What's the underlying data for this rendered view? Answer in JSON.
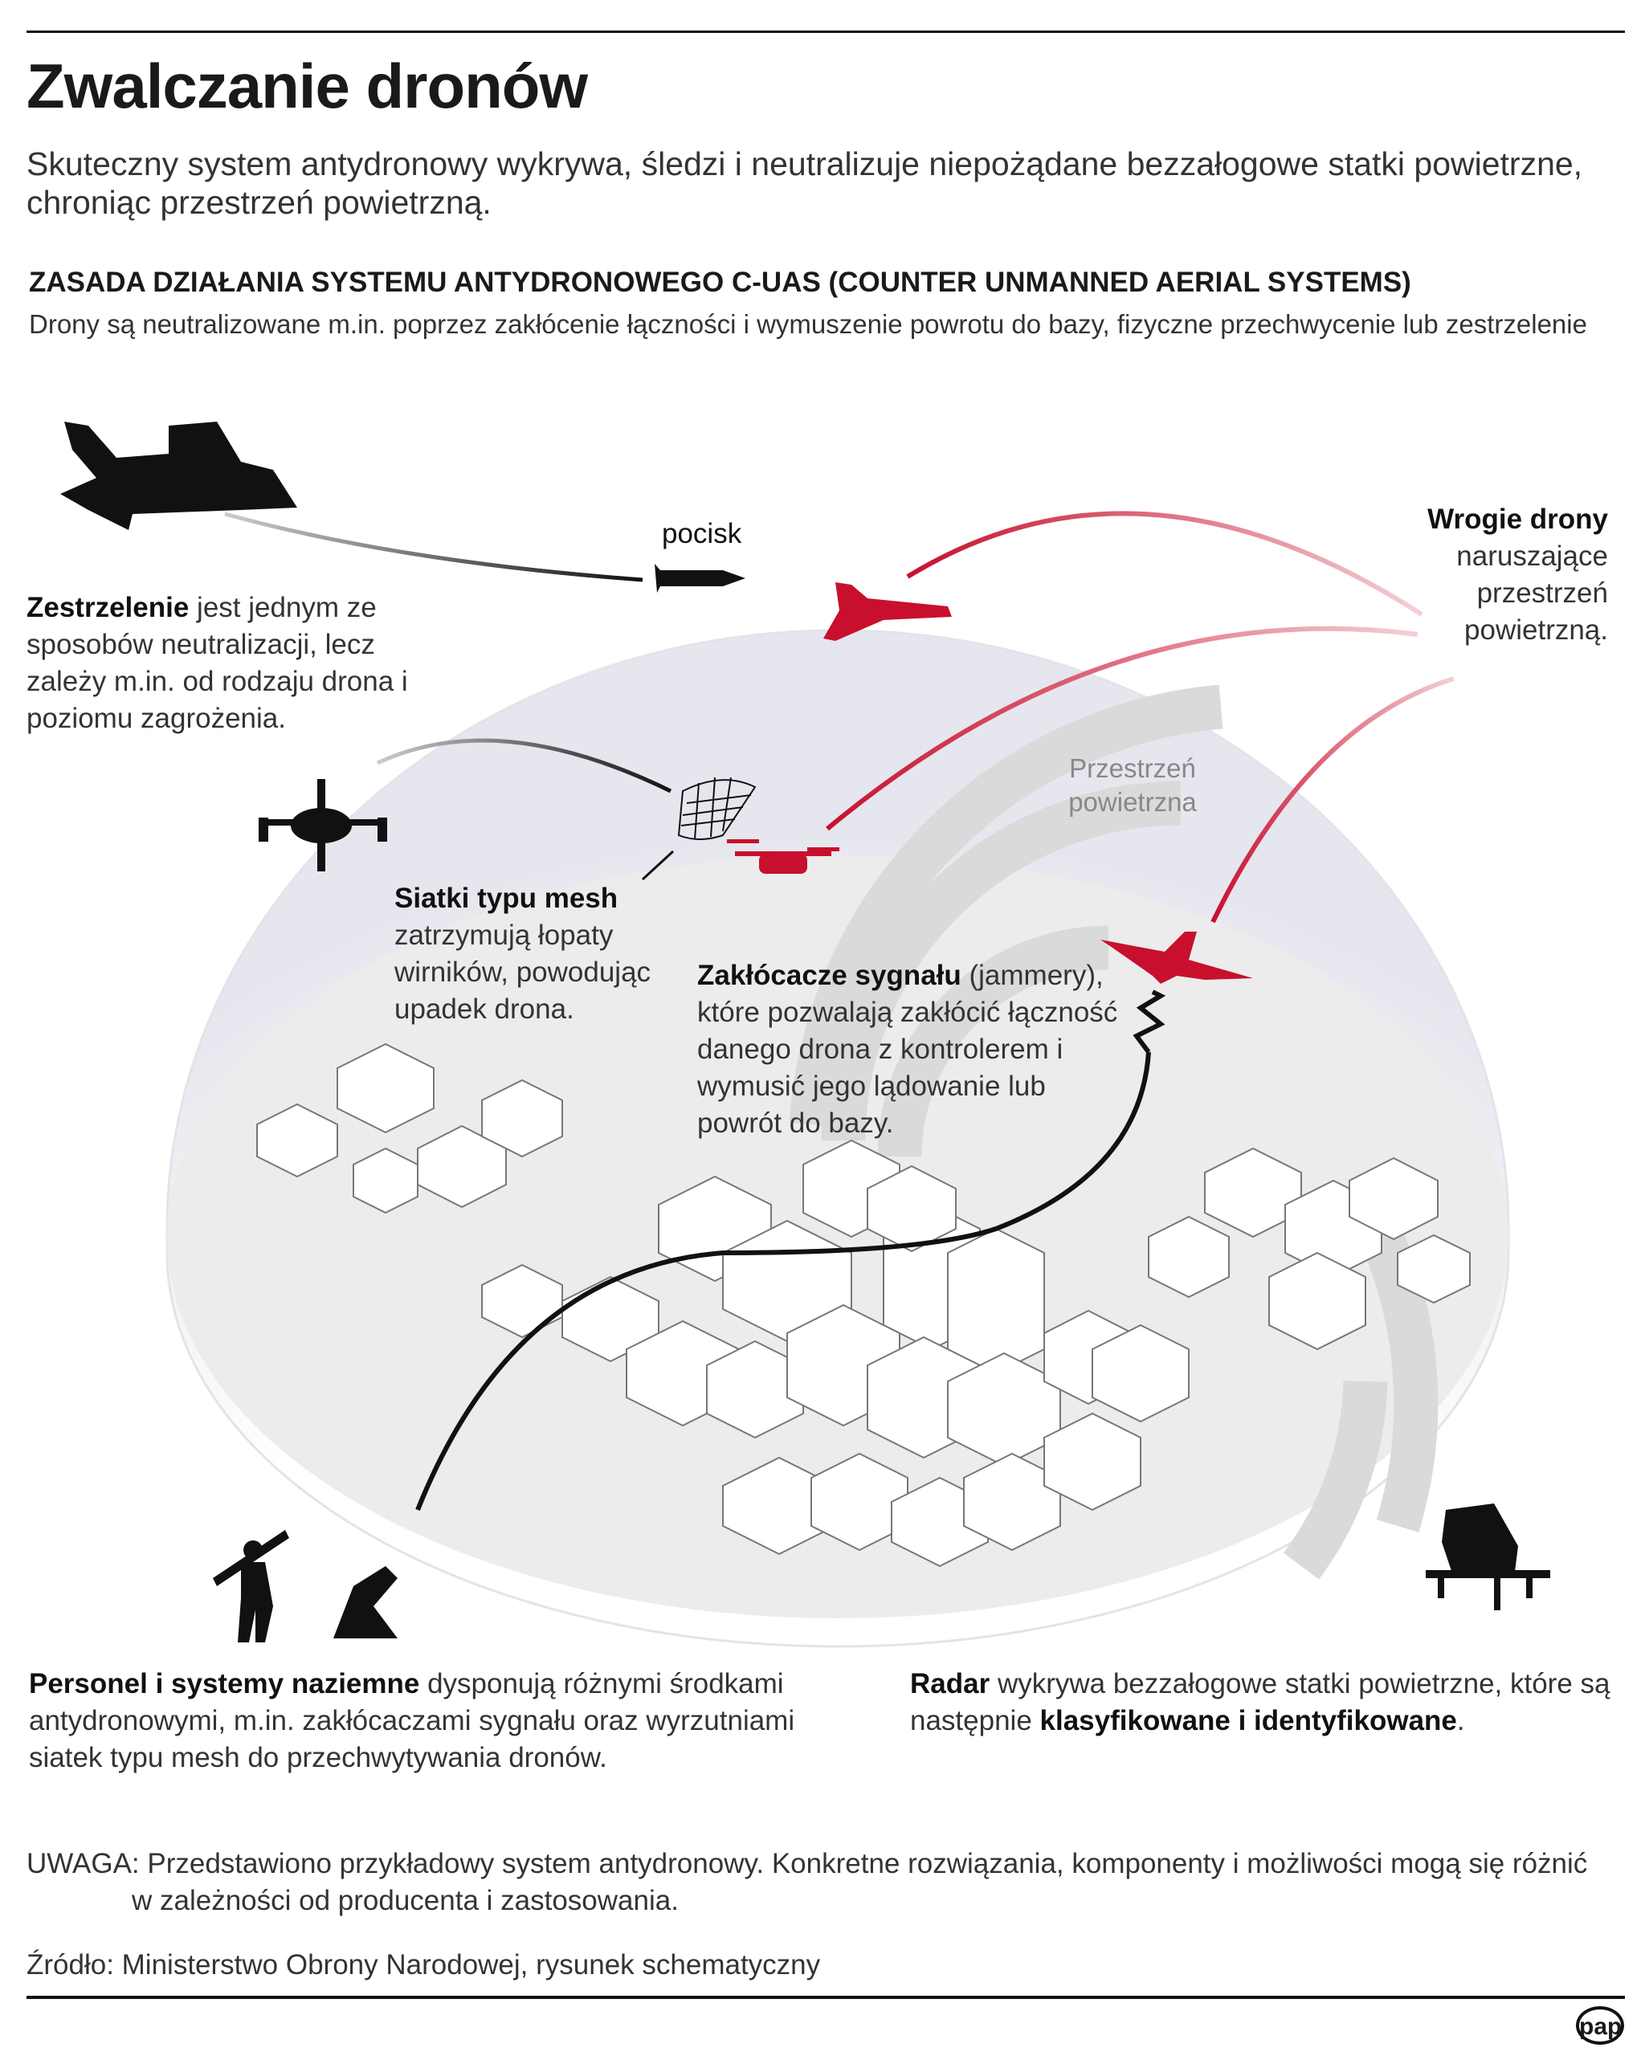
{
  "header": {
    "title": "Zwalczanie dronów",
    "subtitle": "Skuteczny system antydronowy wykrywa, śledzi i neutralizuje niepożądane bezzałogowe statki powietrzne, chroniąc przestrzeń powietrzną."
  },
  "section": {
    "heading": "ZASADA DZIAŁANIA SYSTEMU ANTYDRONOWEGO C-UAS (COUNTER UNMANNED AERIAL SYSTEMS)",
    "subheading": "Drony są neutralizowane m.in. poprzez zakłócenie łączności i wymuszenie powrotu do bazy, fizyczne przechwycenie lub zestrzelenie"
  },
  "labels": {
    "missile": "pocisk",
    "airspace_1": "Przestrzeń",
    "airspace_2": "powietrzna"
  },
  "annotations": {
    "enemy": {
      "bold": "Wrogie drony",
      "lines": [
        "naruszające",
        "przestrzeń",
        "powietrzną."
      ]
    },
    "shootdown": {
      "bold": "Zestrzelenie",
      "rest": " jest jednym ze sposobów neutralizacji, lecz zależy m.in. od rodzaju drona i poziomu zagrożenia."
    },
    "mesh": {
      "bold": "Siatki typu mesh",
      "rest": " zatrzymują łopaty wirników, powodując upadek drona."
    },
    "jammer": {
      "bold": "Zakłócacze sygnału",
      "rest": " (jammery), które pozwalają zakłócić łączność danego drona z kontrolerem i wymusić jego lądowanie lub powrót do bazy."
    },
    "personnel": {
      "bold": "Personel i systemy naziemne",
      "rest": " dysponują różnymi środkami antydronowymi, m.in. zakłócaczami sygnału oraz wyrzutniami siatek typu mesh do przechwytywania dronów."
    },
    "radar": {
      "bold": "Radar",
      "rest": " wykrywa bezzałogowe statki powietrzne, które są następnie ",
      "bold2": "klasyfikowane i identyfikowane",
      "end": "."
    }
  },
  "footer": {
    "note_line1": "UWAGA: Przedstawiono przykładowy system antydronowy. Konkretne rozwiązania, komponenty i możliwości mogą się różnić",
    "note_line2": "w zależności od producenta i zastosowania.",
    "source": "Źródło: Ministerstwo Obrony Narodowej, rysunek schematyczny",
    "logo": "pap"
  },
  "colors": {
    "accent_red": "#c8102e",
    "ink": "#111111",
    "ground": "#ececec"
  }
}
